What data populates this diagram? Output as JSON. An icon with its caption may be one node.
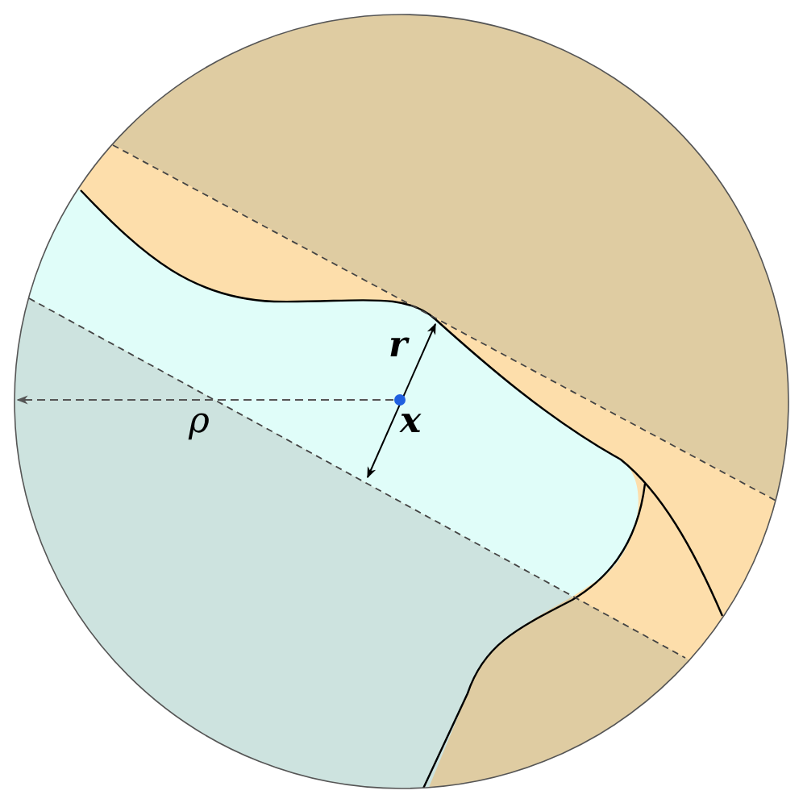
{
  "diagram": {
    "labels": [
      "r",
      "x",
      "ρ"
    ]
  }
}
